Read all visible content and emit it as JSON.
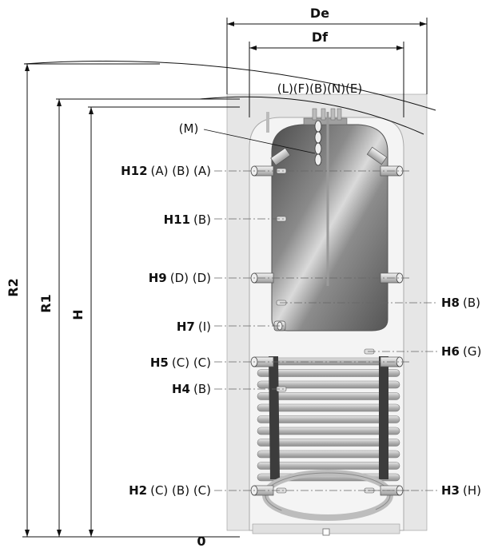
{
  "dimensions": {
    "de": "De",
    "df": "Df",
    "r2": "R2",
    "r1": "R1",
    "h": "H",
    "zero": "0"
  },
  "top_label": "(L)(F)(B)(N)(E)",
  "m_label": "(M)",
  "left_labels": [
    {
      "code": "H12",
      "tags": "(A) (B) (A)"
    },
    {
      "code": "H11",
      "tags": "(B)"
    },
    {
      "code": "H9",
      "tags": "(D) (D)"
    },
    {
      "code": "H7",
      "tags": "(I)"
    },
    {
      "code": "H5",
      "tags": "(C) (C)"
    },
    {
      "code": "H4",
      "tags": "(B)"
    },
    {
      "code": "H2",
      "tags": "(C) (B) (C)"
    }
  ],
  "right_labels": [
    {
      "code": "H8",
      "tags": "(B)"
    },
    {
      "code": "H6",
      "tags": "(G)"
    },
    {
      "code": "H3",
      "tags": "(H)"
    }
  ],
  "colors": {
    "insulation": "#e6e6e6",
    "tank_inner": "#f3f3f3",
    "steel_dark": "#5a5a5a",
    "steel_light": "#d2d2d2",
    "coil_fill": "#c8c8c8",
    "coil_band": "#3c3c3c"
  }
}
